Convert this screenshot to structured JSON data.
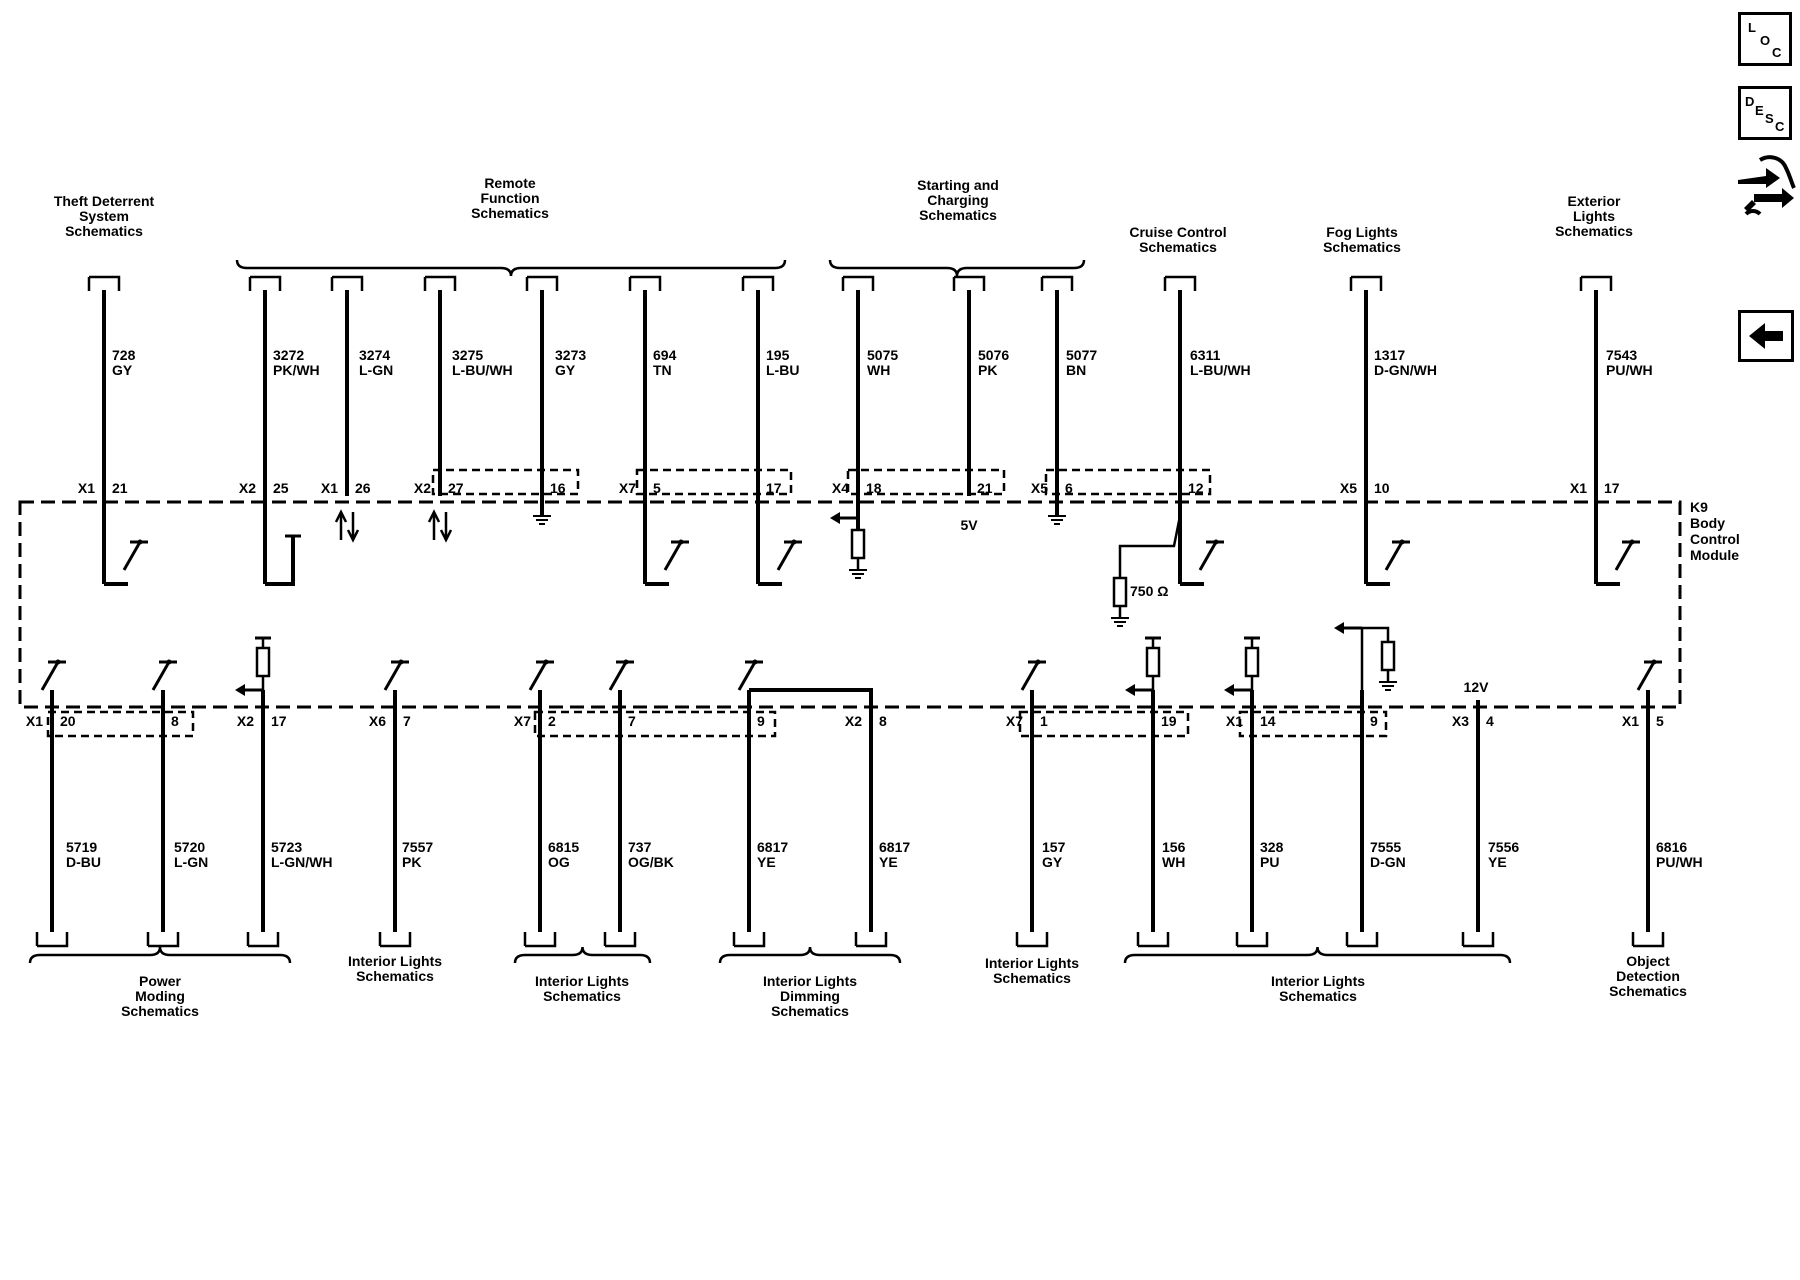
{
  "module": {
    "ref": "K9",
    "lines": [
      "Body",
      "Control",
      "Module"
    ]
  },
  "nav": {
    "loc": {
      "letters": [
        "L",
        "O",
        "C"
      ]
    },
    "desc": {
      "letters": [
        "D",
        "E",
        "S",
        "C"
      ]
    },
    "repair_icon": "repair-hands-icon",
    "back_icon": "back-arrow-icon"
  },
  "top_titles": [
    {
      "id": "theft",
      "lines": [
        "Theft Deterrent",
        "System",
        "Schematics"
      ]
    },
    {
      "id": "remote",
      "lines": [
        "Remote",
        "Function",
        "Schematics"
      ]
    },
    {
      "id": "starting",
      "lines": [
        "Starting and",
        "Charging",
        "Schematics"
      ]
    },
    {
      "id": "cruise",
      "lines": [
        "Cruise Control",
        "Schematics"
      ]
    },
    {
      "id": "fog",
      "lines": [
        "Fog Lights",
        "Schematics"
      ]
    },
    {
      "id": "exterior",
      "lines": [
        "Exterior",
        "Lights",
        "Schematics"
      ]
    }
  ],
  "bottom_titles": [
    {
      "id": "power",
      "lines": [
        "Power",
        "Moding",
        "Schematics"
      ]
    },
    {
      "id": "int1",
      "lines": [
        "Interior Lights",
        "Schematics"
      ]
    },
    {
      "id": "int2",
      "lines": [
        "Interior Lights",
        "Schematics"
      ]
    },
    {
      "id": "dimming",
      "lines": [
        "Interior Lights",
        "Dimming",
        "Schematics"
      ]
    },
    {
      "id": "int3",
      "lines": [
        "Interior Lights",
        "Schematics"
      ]
    },
    {
      "id": "int4",
      "lines": [
        "Interior Lights",
        "Schematics"
      ]
    },
    {
      "id": "object",
      "lines": [
        "Object",
        "Detection",
        "Schematics"
      ]
    }
  ],
  "top_wires": [
    {
      "circuit": "728",
      "color": "GY",
      "connector": "X1",
      "pin": "21",
      "type": "switch"
    },
    {
      "circuit": "3272",
      "color": "PK/WH",
      "connector": "X2",
      "pin": "25",
      "type": "switch-closed"
    },
    {
      "circuit": "3274",
      "color": "L-GN",
      "connector": "X1",
      "pin": "26",
      "type": "bidir"
    },
    {
      "circuit": "3275",
      "color": "L-BU/WH",
      "connector": "X2",
      "pin": "27",
      "type": "bidir"
    },
    {
      "circuit": "3273",
      "color": "GY",
      "connector": "",
      "pin": "16",
      "type": "ground"
    },
    {
      "circuit": "694",
      "color": "TN",
      "connector": "X7",
      "pin": "5",
      "type": "switch"
    },
    {
      "circuit": "195",
      "color": "L-BU",
      "connector": "",
      "pin": "17",
      "type": "switch"
    },
    {
      "circuit": "5075",
      "color": "WH",
      "connector": "X4",
      "pin": "18",
      "type": "input-resistor"
    },
    {
      "circuit": "5076",
      "color": "PK",
      "connector": "",
      "pin": "21",
      "type": "ref5v"
    },
    {
      "circuit": "5077",
      "color": "BN",
      "connector": "X5",
      "pin": "6",
      "type": "ground"
    },
    {
      "circuit": "6311",
      "color": "L-BU/WH",
      "connector": "",
      "pin": "12",
      "type": "switch-resistor"
    },
    {
      "circuit": "1317",
      "color": "D-GN/WH",
      "connector": "X5",
      "pin": "10",
      "type": "switch"
    },
    {
      "circuit": "7543",
      "color": "PU/WH",
      "connector": "X1",
      "pin": "17",
      "type": "switch"
    }
  ],
  "bottom_wires": [
    {
      "circuit": "5719",
      "color": "D-BU",
      "connector": "X1",
      "pin": "20",
      "type": "switch"
    },
    {
      "circuit": "5720",
      "color": "L-GN",
      "connector": "",
      "pin": "8",
      "type": "switch"
    },
    {
      "circuit": "5723",
      "color": "L-GN/WH",
      "connector": "X2",
      "pin": "17",
      "type": "pullup"
    },
    {
      "circuit": "7557",
      "color": "PK",
      "connector": "X6",
      "pin": "7",
      "type": "switch"
    },
    {
      "circuit": "6815",
      "color": "OG",
      "connector": "X7",
      "pin": "2",
      "type": "switch"
    },
    {
      "circuit": "737",
      "color": "OG/BK",
      "connector": "",
      "pin": "7",
      "type": "switch"
    },
    {
      "circuit": "6817",
      "color": "YE",
      "connector": "",
      "pin": "9",
      "type": "switch"
    },
    {
      "circuit": "6817",
      "color": "YE",
      "connector": "X2",
      "pin": "8",
      "type": "joined"
    },
    {
      "circuit": "157",
      "color": "GY",
      "connector": "X7",
      "pin": "1",
      "type": "switch"
    },
    {
      "circuit": "156",
      "color": "WH",
      "connector": "",
      "pin": "19",
      "type": "pullup"
    },
    {
      "circuit": "328",
      "color": "PU",
      "connector": "X1",
      "pin": "14",
      "type": "pullup"
    },
    {
      "circuit": "7555",
      "color": "D-GN",
      "connector": "",
      "pin": "9",
      "type": "pulldown"
    },
    {
      "circuit": "7556",
      "color": "YE",
      "connector": "X3",
      "pin": "4",
      "type": "ref12v"
    },
    {
      "circuit": "6816",
      "color": "PU/WH",
      "connector": "X1",
      "pin": "5",
      "type": "switch"
    }
  ],
  "labels": {
    "ref5v": "5V",
    "ref12v": "12V",
    "resistor": "750 Ω"
  }
}
